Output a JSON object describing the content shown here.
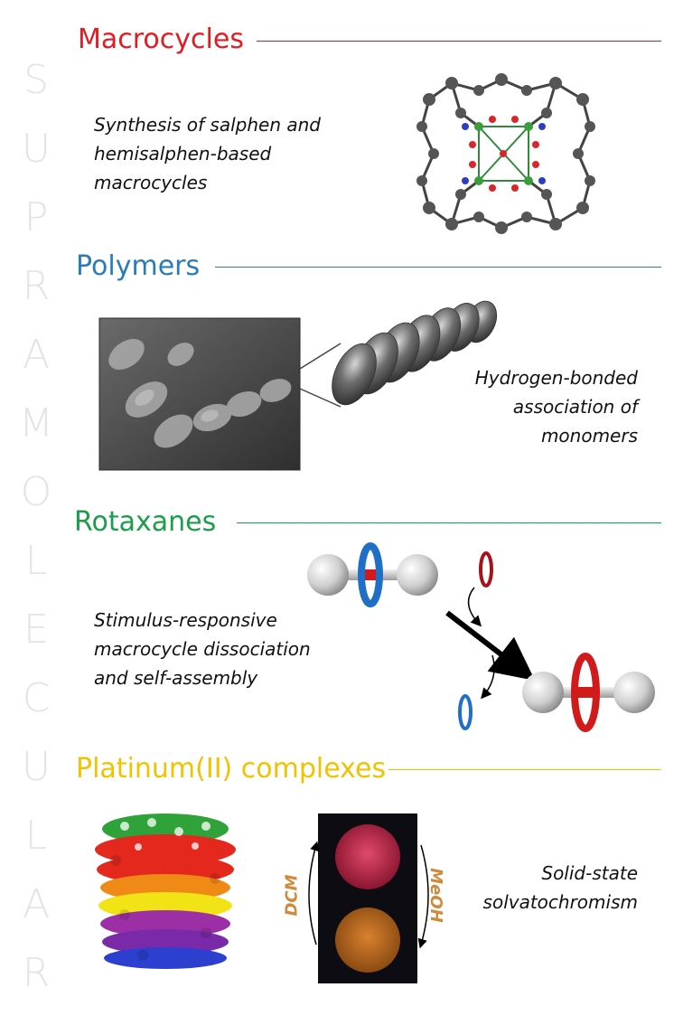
{
  "side_word": [
    "S",
    "U",
    "P",
    "R",
    "A",
    "M",
    "O",
    "L",
    "E",
    "C",
    "U",
    "L",
    "A",
    "R"
  ],
  "sections": [
    {
      "title": "Macrocycles",
      "color": "#e31b23",
      "description": [
        "Synthesis of salphen and",
        "hemisalphen-based",
        "macrocycles"
      ]
    },
    {
      "title": "Polymers",
      "color": "#2b7bb9",
      "description": [
        "Hydrogen-bonded",
        "association of",
        "monomers"
      ]
    },
    {
      "title": "Rotaxanes",
      "color": "#1a9e4a",
      "description": [
        "Stimulus-responsive",
        "macrocycle dissociation",
        "and self-assembly"
      ]
    },
    {
      "title": "Platinum(II) complexes",
      "color": "#f2c200",
      "description": [
        "Solid-state",
        "solvatochromism"
      ]
    }
  ],
  "solvents": {
    "left": "DCM",
    "right": "MeOH"
  },
  "colors": {
    "side_word": "#e4e4e4",
    "ring_blue": "#1f6fc7",
    "ring_red": "#d11a1a",
    "ring_dark_red": "#a3151a",
    "polymer_gray": "#5b5b5b",
    "solvent_label": "#d18a3a"
  }
}
